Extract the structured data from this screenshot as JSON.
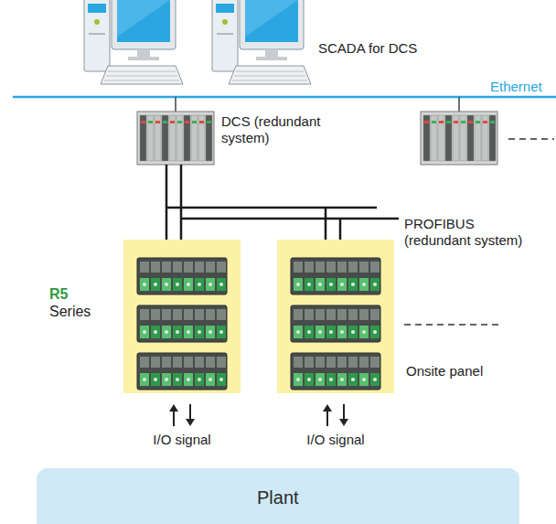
{
  "diagram": {
    "nodes": [
      {
        "text": [
          "DCS (redundant system)"
        ]
      },
      {
        "text": [
          "Plant"
        ]
      }
    ],
    "labels": [
      "SCADA for DCS",
      "Ethernet",
      "PROFIBUS (redundant system)",
      "R5",
      "Series",
      "Onsite panel",
      "I/O signal",
      "I/O signal"
    ]
  }
}
